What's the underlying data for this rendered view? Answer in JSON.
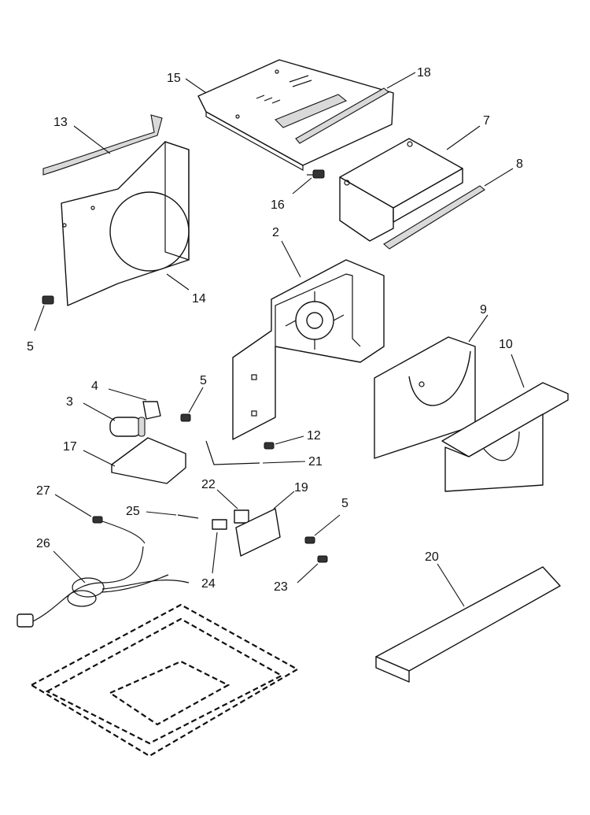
{
  "callouts": [
    "15",
    "18",
    "13",
    "7",
    "8",
    "16",
    "2",
    "14",
    "5",
    "9",
    "10",
    "4",
    "5",
    "3",
    "12",
    "17",
    "21",
    "22",
    "19",
    "27",
    "25",
    "5",
    "26",
    "24",
    "23",
    "20"
  ]
}
